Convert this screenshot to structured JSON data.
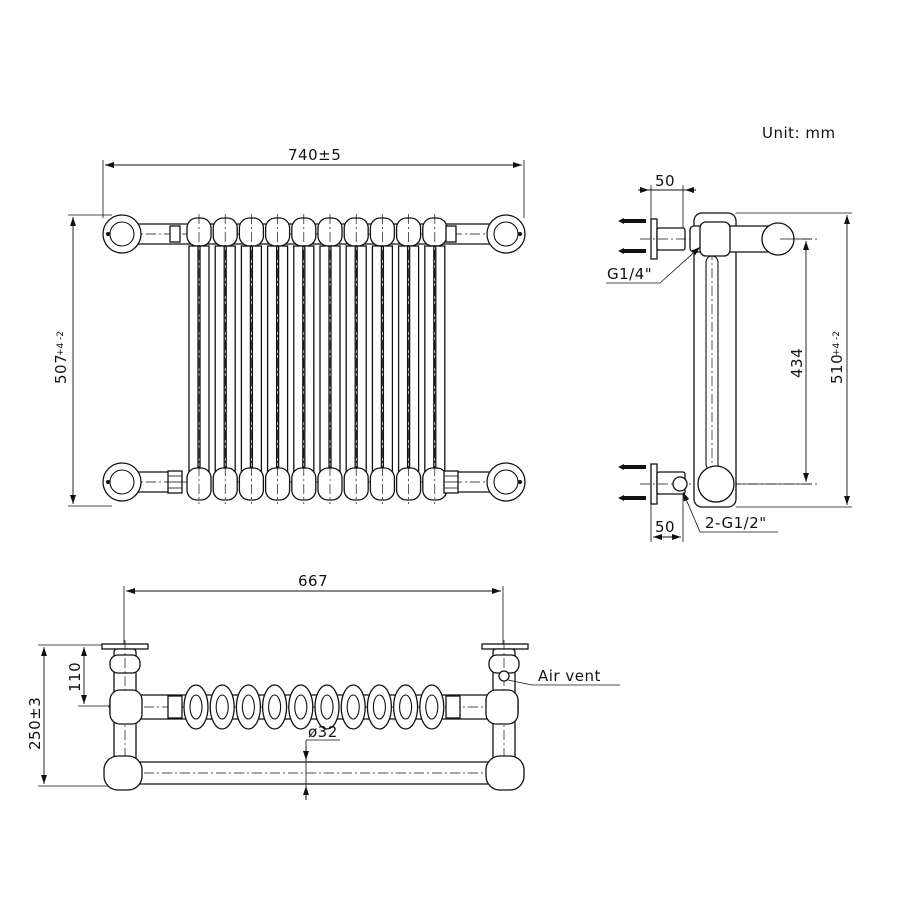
{
  "unit_note": "Unit: mm",
  "front_view": {
    "width_dim": "740±5",
    "height_dim_main": "507",
    "height_dim_tol": "+4 -2"
  },
  "side_view": {
    "top_offset_dim": "50",
    "bottom_offset_dim": "50",
    "bleed_thread": "G1/4\"",
    "inlet_thread": "2-G1/2\"",
    "center_dim": "434",
    "height_dim_main": "510",
    "height_dim_tol": "+4 -2"
  },
  "top_view": {
    "width_dim": "667",
    "wall_offset_dim": "110",
    "depth_dim": "250±3",
    "diameter_dim": "ø32",
    "air_vent_label": "Air vent"
  }
}
